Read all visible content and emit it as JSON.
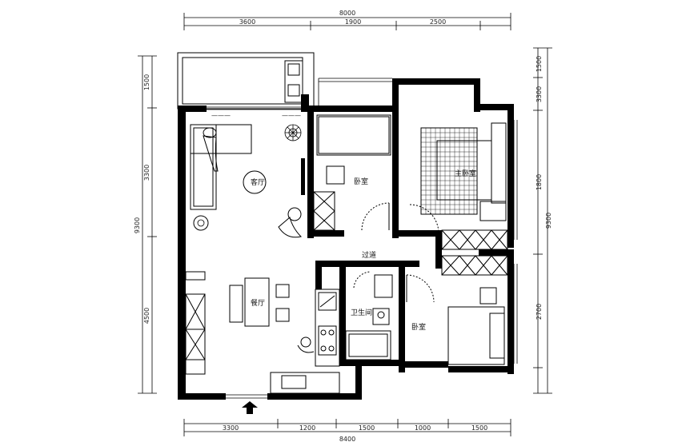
{
  "drawing": {
    "type": "apartment floor plan (CAD)",
    "room_labels": {
      "living": "客厅",
      "dining": "餐厅",
      "bedroom_small": "卧室",
      "bedroom_master": "主卧室",
      "bedroom_second": "卧室",
      "bathroom": "卫生间",
      "corridor": "过道"
    },
    "dimensions": {
      "top": {
        "overall": "8000",
        "segments": [
          "3600",
          "1900",
          "2500",
          ""
        ]
      },
      "bottom": {
        "overall": "8400",
        "segments": [
          "3300",
          "1200",
          "1500",
          "1000",
          "1500"
        ]
      },
      "left": {
        "overall": "9300",
        "segments": [
          "1500",
          "3300",
          "4500"
        ]
      },
      "right": {
        "overall": "9300",
        "segments": [
          "1500",
          "3300",
          "1800",
          "2700"
        ]
      }
    },
    "balcony_note_left": "(window)",
    "balcony_note_right": "(window)",
    "entrance_arrow": "entrance-arrow",
    "colors": {
      "wall": "#000000",
      "line": "#000000",
      "background": "#ffffff"
    }
  }
}
